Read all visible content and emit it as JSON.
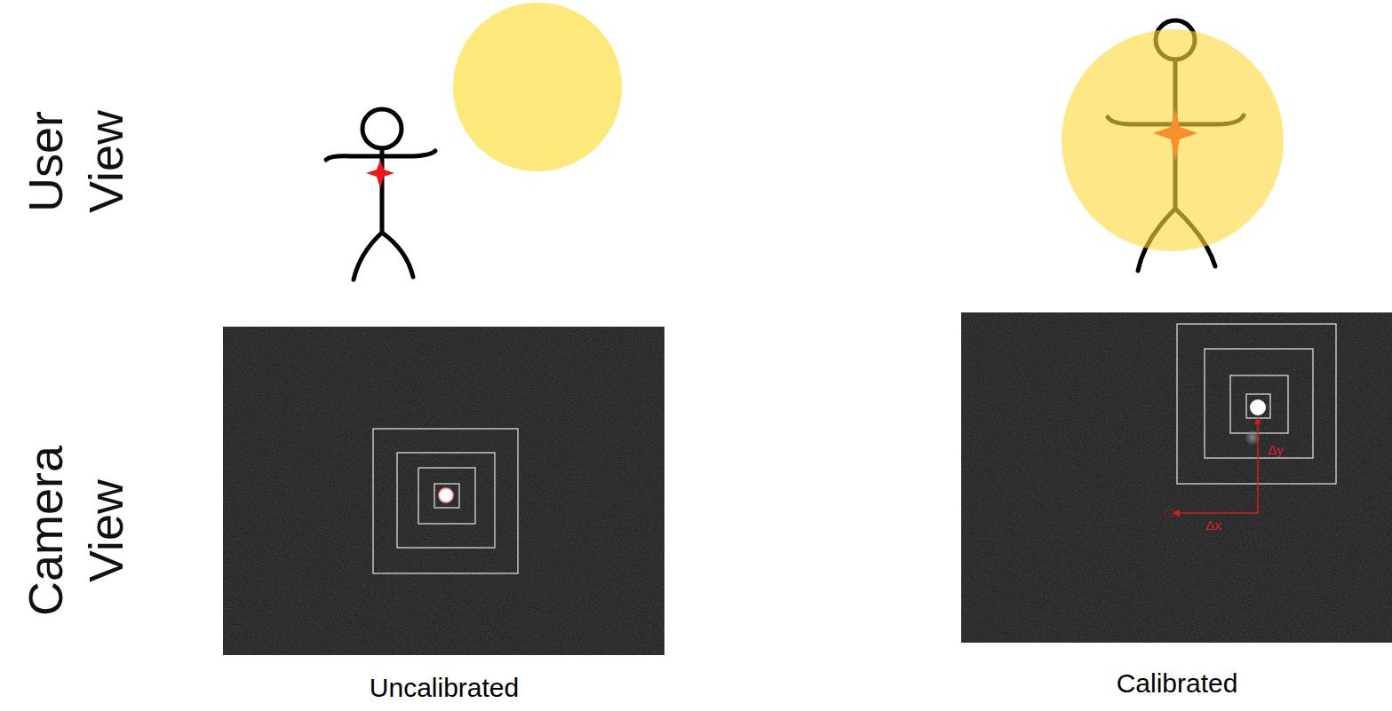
{
  "diagram": {
    "labels": [
      "User View",
      "Camera View",
      "Uncalibrated",
      "Calibrated",
      "Δy",
      "Δx"
    ]
  }
}
